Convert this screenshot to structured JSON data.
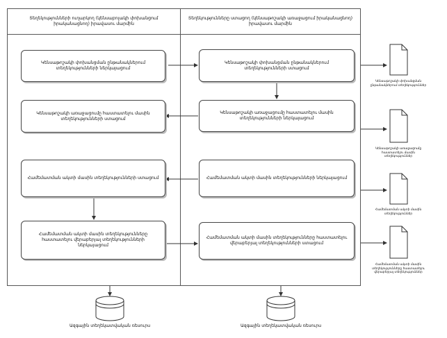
{
  "lanes": [
    {
      "title": "Տեղեկությունների ուղարկող (կենսաբոլակի փոխանցում իրականացնող) իրավասու մարմին"
    },
    {
      "title": "Տեղեկությունները ստացող (կենսաթոշակի առաջացում իրականացնող) իրավասու մարմին"
    }
  ],
  "boxes": {
    "l1": "Կենսաթոշակի փոխանցման ընթանակներում տեղեկությունների ներկայացում",
    "r1": "Կենսաթոշակի փոխանցման ընթանակներում տեղեկությունների ստացում",
    "r2": "Կենսաթոշակի առաջացումը հաստատելու մասին տեղեկությունների ներկայացում",
    "l2": "Կենսաթոշակի առաջացումը հաստատելու մասին տեղեկությունների ստացում",
    "r3": "Համեմատման ակտի մասին տեղեկությունների ներկայացում",
    "l3": "Համեմատման ակտի մասին տեղեկությունների ստացում",
    "l4": "Համեմատման ակտի մասին տեղեկությունները հաստատելու վերաբերյալ տեղեկությունների ներկայացում",
    "r4": "Համեմատման ակտի մասին տեղեկությունները հաստատելու վերաբերյալ տեղեկությունների ստացում"
  },
  "documents": [
    {
      "label": "Կենսաթոշակի փոխանցման ընթանակներում տեղեկություններ"
    },
    {
      "label": "Կենսաթոշակի առաջացումը հաստատելու մասին տեղեկություններ"
    },
    {
      "label": "Համեմատման ակտի մասին տեղեկություններ"
    },
    {
      "label": "Համեմատման ակտի մասին տեղեկությունները հաստատելու վերաբերյալ տեղեկություններ"
    }
  ],
  "databases": [
    {
      "label": "Ազգային տեղեկատվական ռեսուրս"
    },
    {
      "label": "Ազգային տեղեկատվական ռեսուրս"
    }
  ]
}
